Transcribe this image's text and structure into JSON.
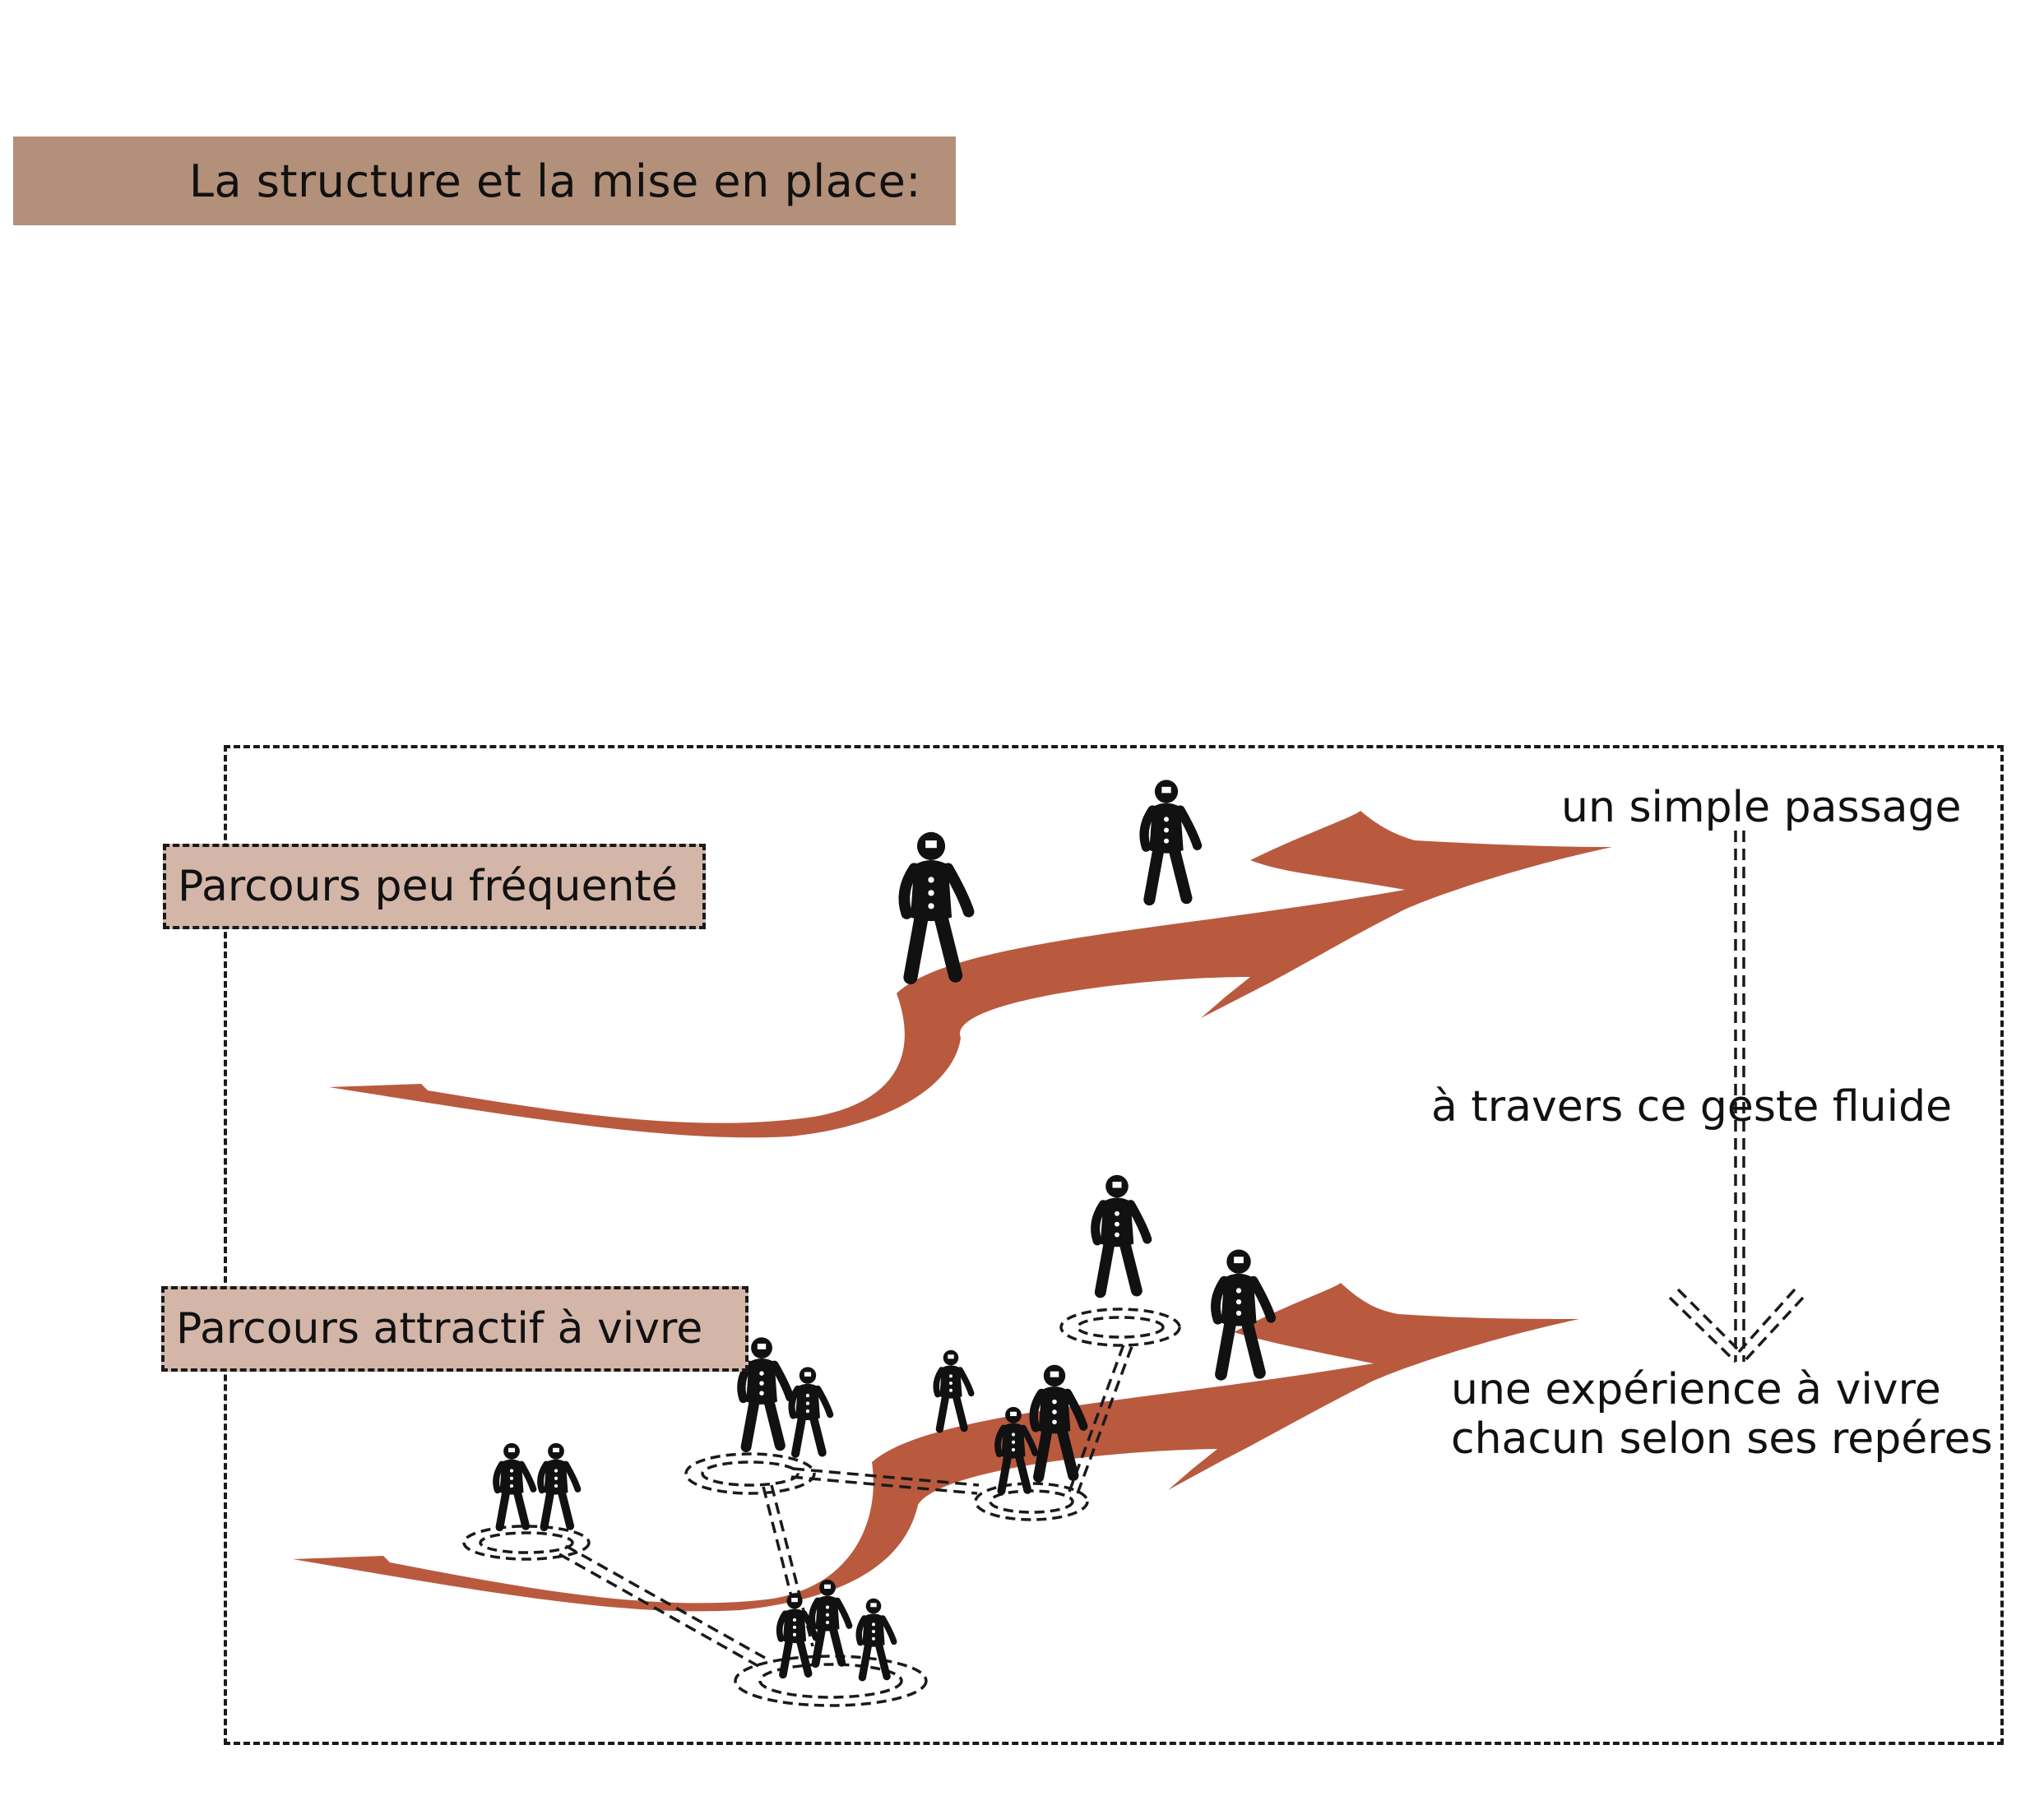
{
  "heading": {
    "title": "La structure et la mise en place:"
  },
  "paths": {
    "top_label": "Parcours peu fréquenté",
    "bottom_label": "Parcours attractif à vivre"
  },
  "annotations": {
    "passage": "un simple passage",
    "geste": "à travers ce geste fluide",
    "experience": "une expérience à vivre",
    "reperes": "chacun selon ses repéres"
  },
  "colors": {
    "banner": "#b39079",
    "tag": "#d4b6a8",
    "path": "#b95a3f",
    "figure": "#111111"
  }
}
